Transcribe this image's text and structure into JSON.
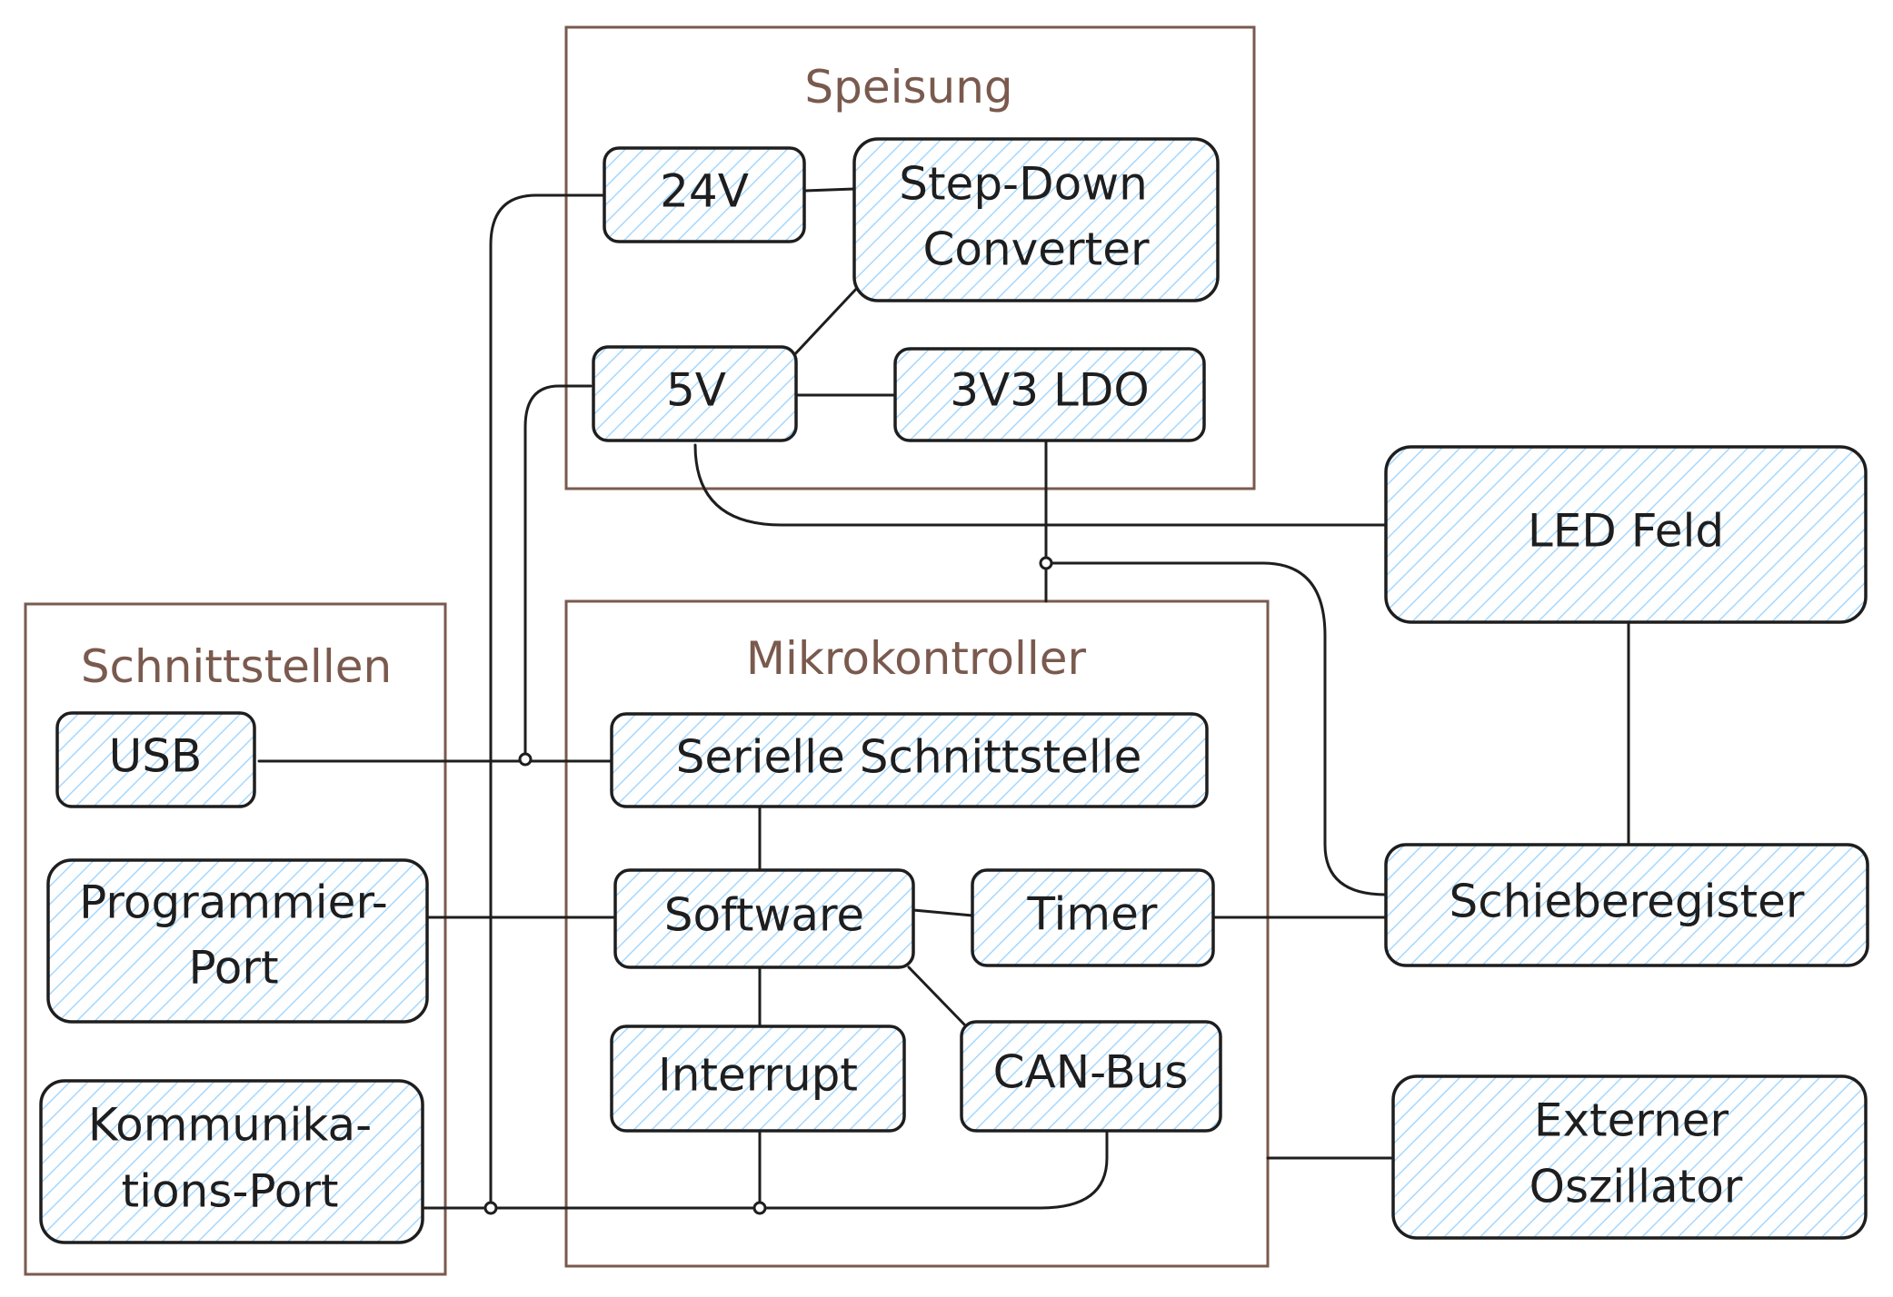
{
  "colors": {
    "frame": "#7a5a4e",
    "box_stroke": "#1e1e1e",
    "box_hatch": "#a5d8ff",
    "line": "#1e1e1e",
    "background": "#ffffff"
  },
  "groups": {
    "speisung": "Speisung",
    "schnittstellen": "Schnittstellen",
    "mikrokontroller": "Mikrokontroller"
  },
  "blocks": {
    "v24": "24V",
    "step_down": [
      "Step-Down",
      "Converter"
    ],
    "v5": "5V",
    "ldo": "3V3 LDO",
    "led_feld": "LED Feld",
    "usb": "USB",
    "programmier_port": [
      "Programmier-",
      "Port"
    ],
    "kommunikations_port": [
      "Kommunika-",
      "tions-Port"
    ],
    "serielle": "Serielle Schnittstelle",
    "software": "Software",
    "timer": "Timer",
    "interrupt": "Interrupt",
    "can_bus": "CAN-Bus",
    "schieberegister": "Schieberegister",
    "oszillator": [
      "Externer",
      "Oszillator"
    ]
  }
}
